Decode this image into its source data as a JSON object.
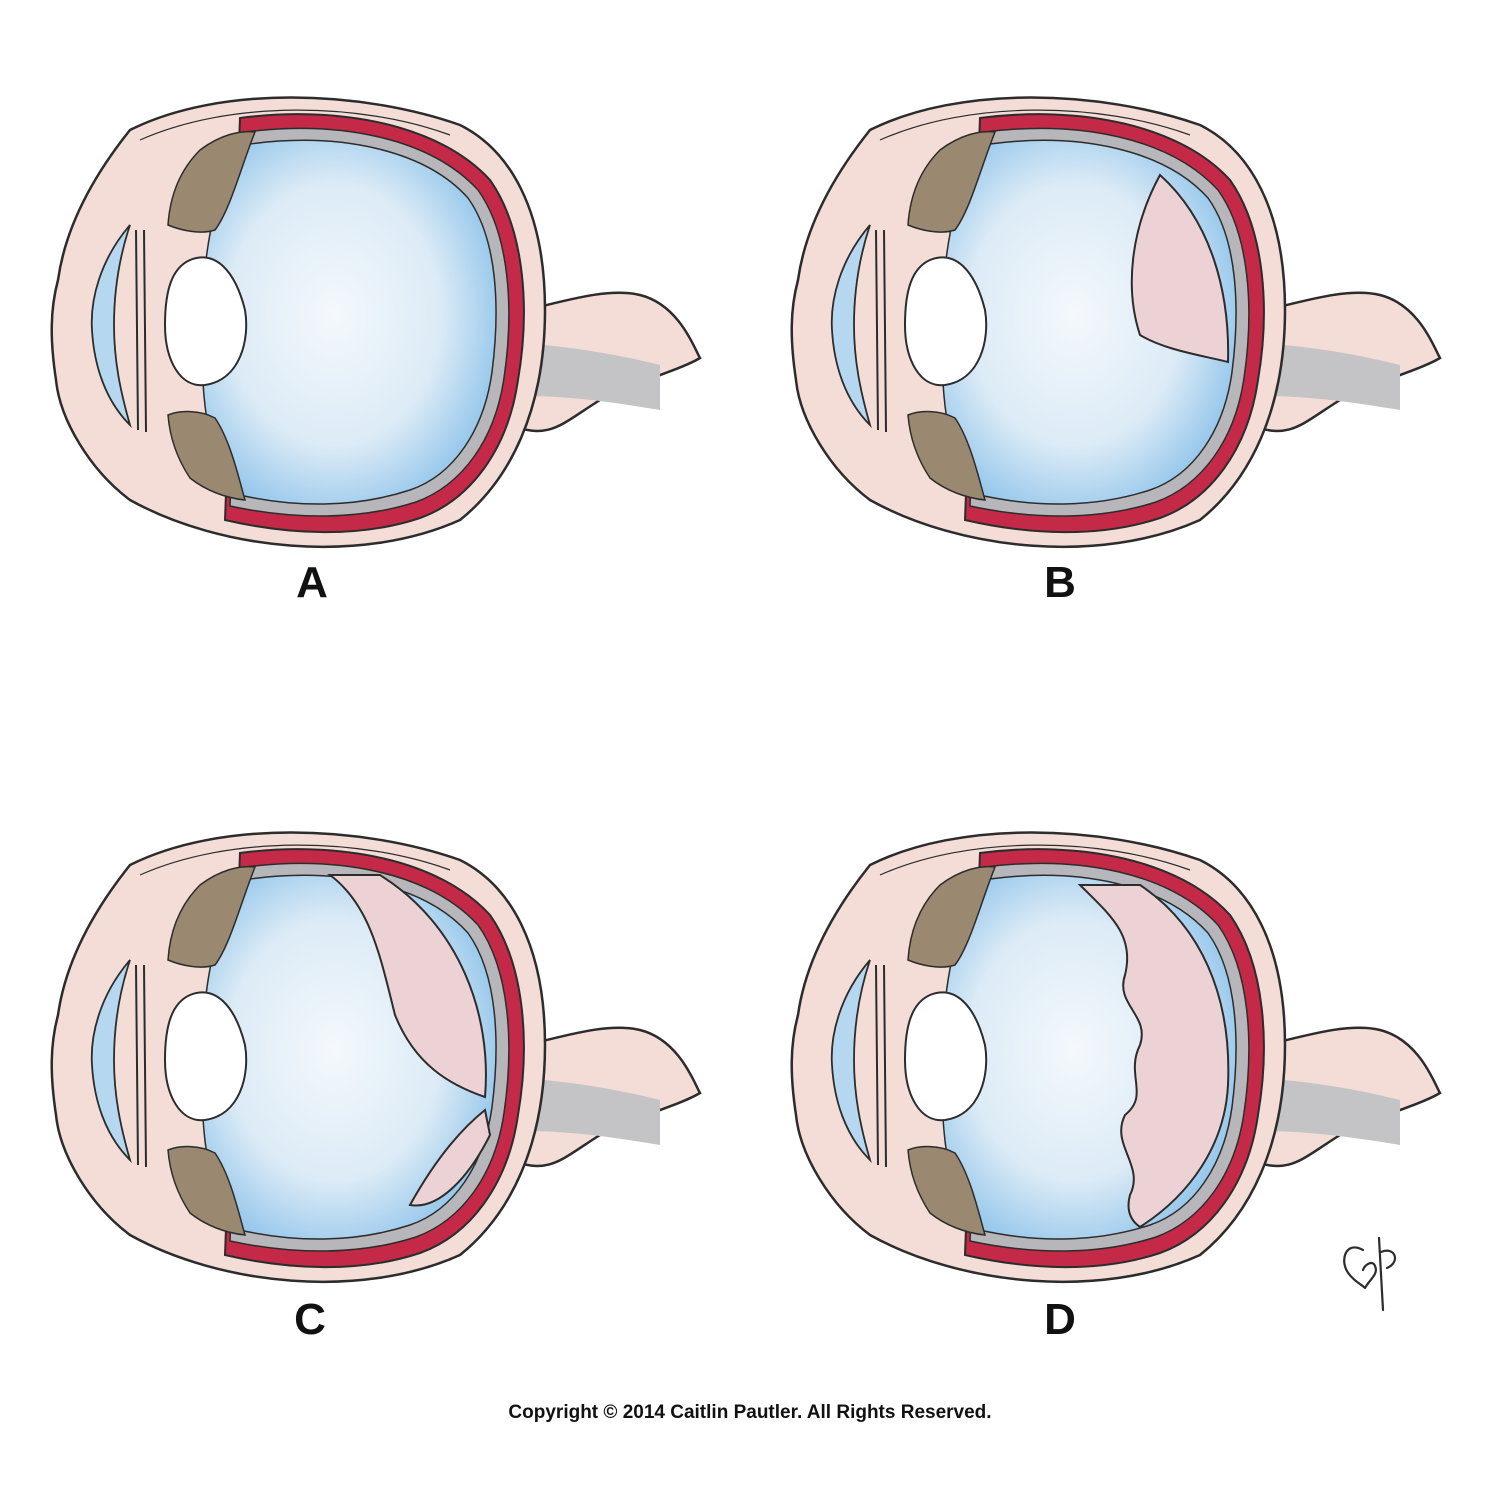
{
  "panels": [
    {
      "id": "A",
      "label": "A"
    },
    {
      "id": "B",
      "label": "B"
    },
    {
      "id": "C",
      "label": "C"
    },
    {
      "id": "D",
      "label": "D"
    }
  ],
  "footer": {
    "copyright": "Copyright © 2014 Caitlin Pautler.  All Rights Reserved."
  },
  "signature": {
    "initials": "CP"
  },
  "colors": {
    "sclera": "#f3ddd6",
    "choroid": "#c42a48",
    "retina_layer": "#b7b7bb",
    "vitreous": "#dcebf6",
    "vitreous_edge": "#8ec3ea",
    "ciliary_body": "#9a8870",
    "detachment_fluid": "#ecd2d4",
    "optic_nerve": "#c4c4c6",
    "outline": "#2c2c2c"
  }
}
